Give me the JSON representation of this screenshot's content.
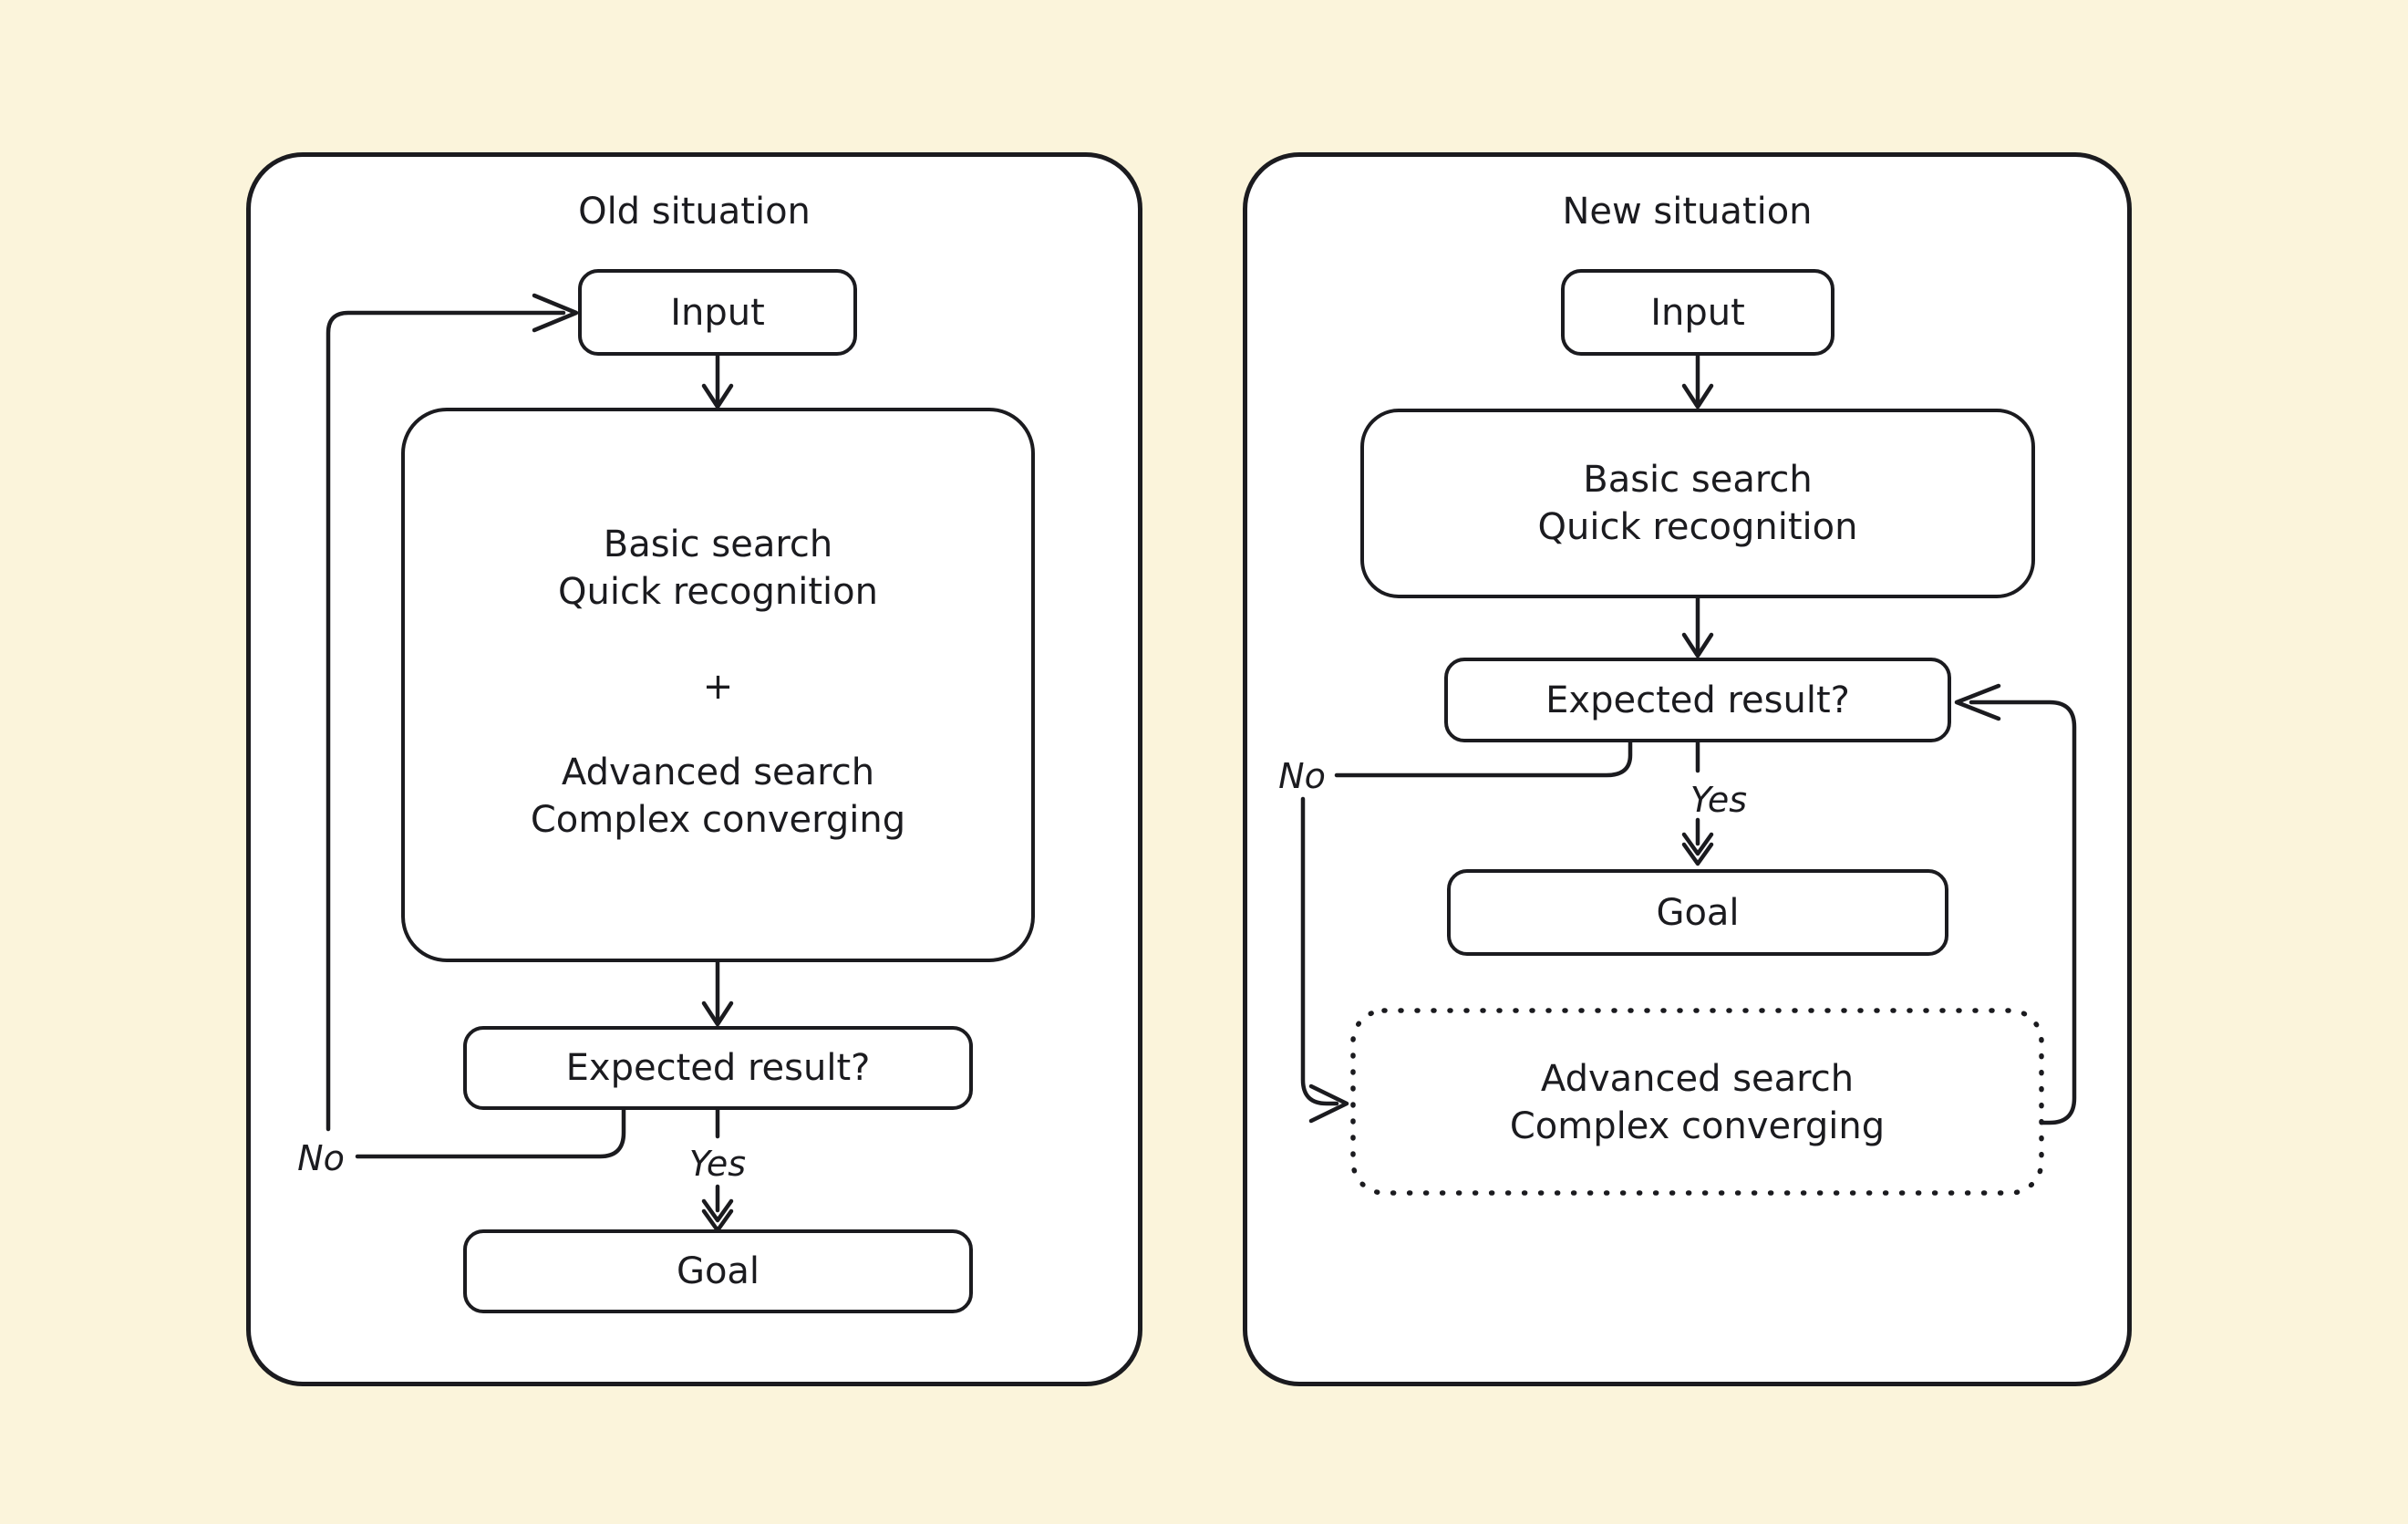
{
  "colors": {
    "background": "#FBF4DB",
    "stroke": "#1B1B1F",
    "panel_background": "#FFFFFF"
  },
  "left_panel": {
    "title": "Old situation",
    "input": "Input",
    "combined_box": {
      "line1": "Basic search",
      "line2": "Quick recognition",
      "plus": "+",
      "line3": "Advanced search",
      "line4": "Complex converging"
    },
    "decision": "Expected result?",
    "yes_label": "Yes",
    "no_label": "No",
    "goal": "Goal"
  },
  "right_panel": {
    "title": "New situation",
    "input": "Input",
    "basic_box": {
      "line1": "Basic search",
      "line2": "Quick recognition"
    },
    "decision": "Expected result?",
    "yes_label": "Yes",
    "no_label": "No",
    "goal": "Goal",
    "advanced_box": {
      "line1": "Advanced search",
      "line2": "Complex converging"
    }
  }
}
